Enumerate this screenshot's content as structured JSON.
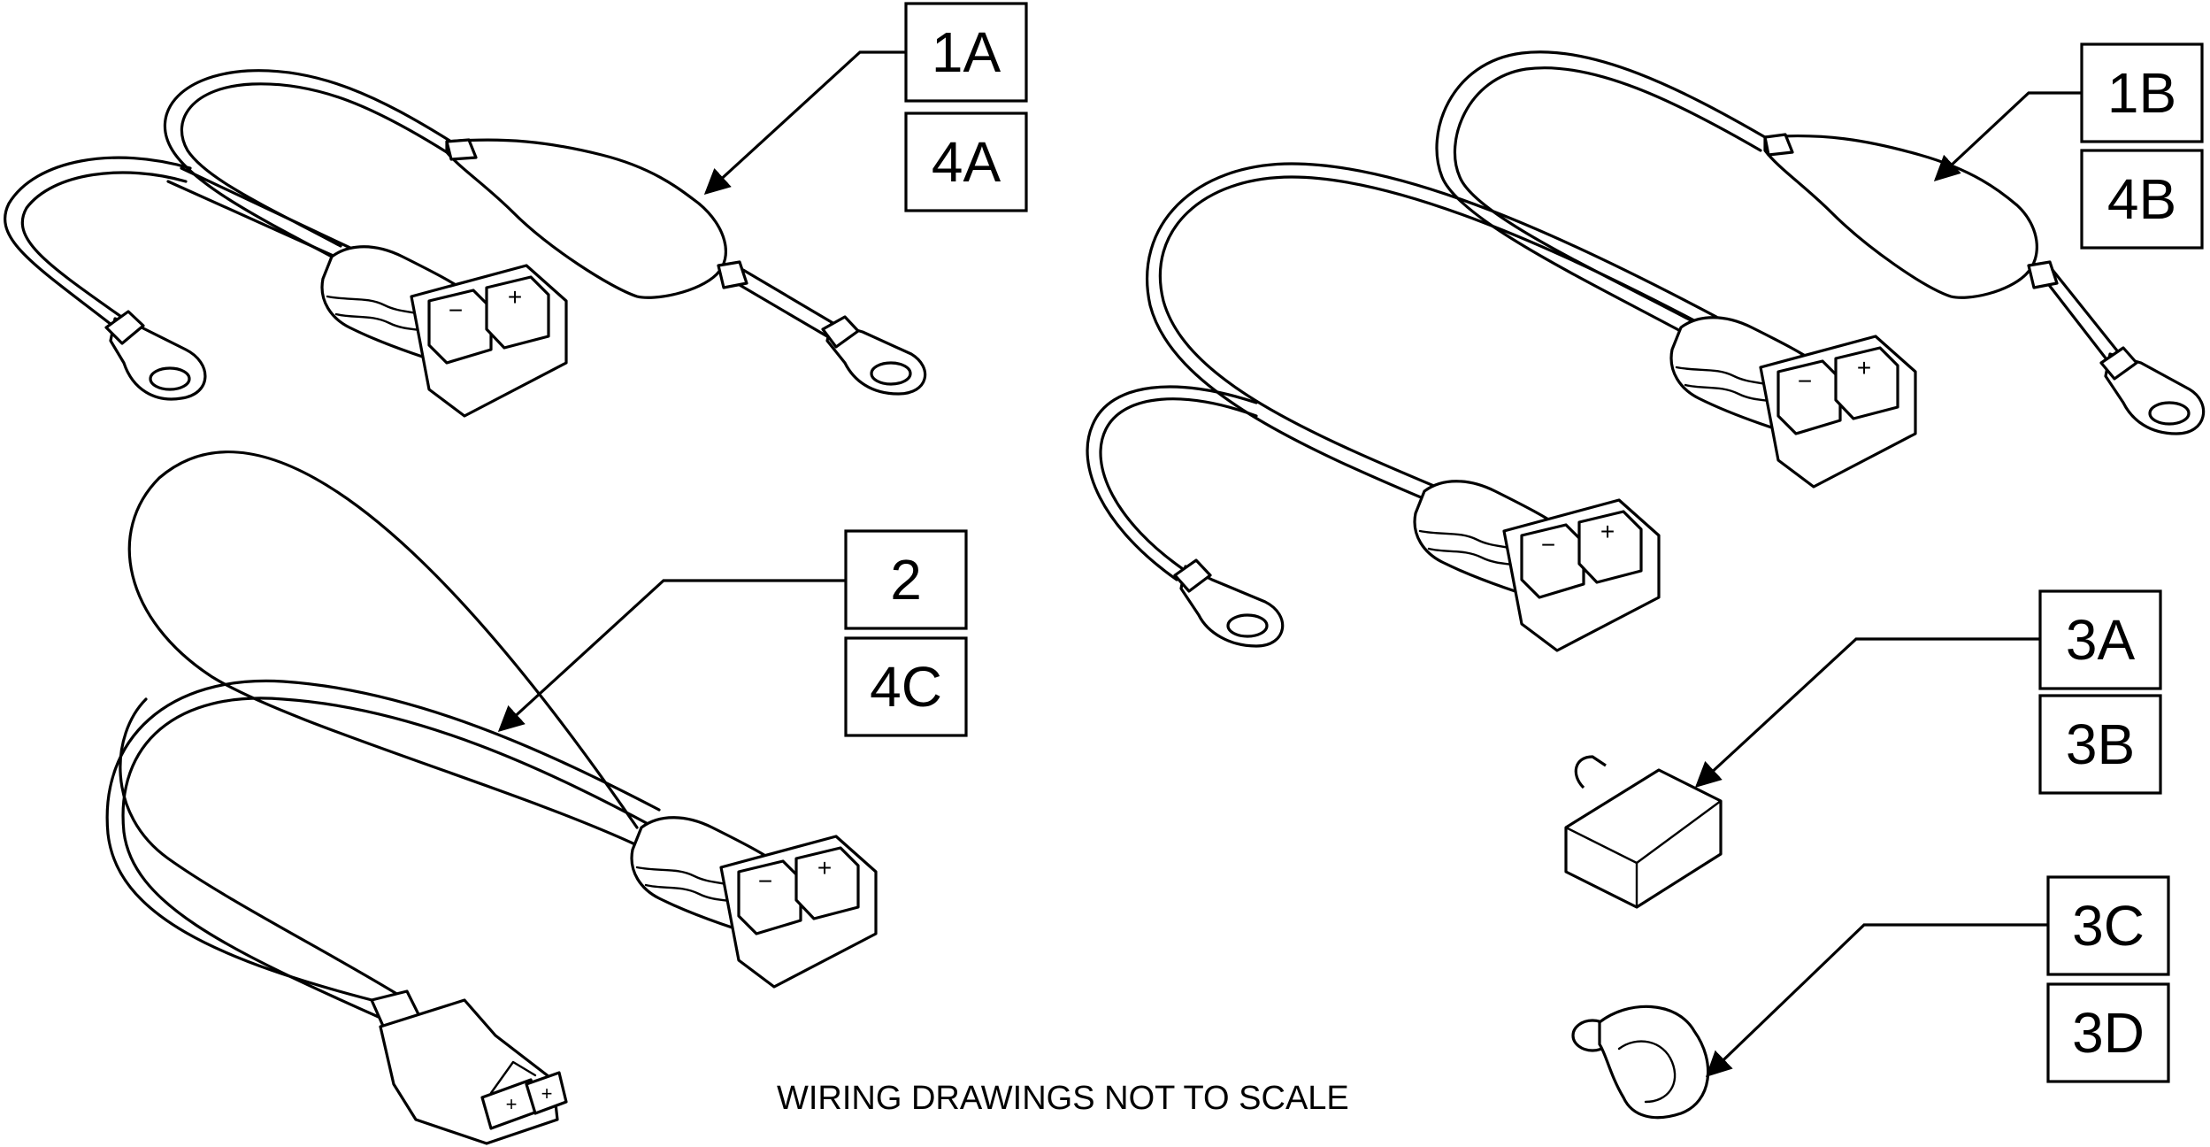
{
  "callouts": {
    "c1a": "1A",
    "c4a": "4A",
    "c1b": "1B",
    "c4b": "4B",
    "c2": "2",
    "c4c": "4C",
    "c3a": "3A",
    "c3b": "3B",
    "c3c": "3C",
    "c3d": "3D"
  },
  "note": "WIRING DRAWINGS NOT TO SCALE",
  "connector_symbols": {
    "minus": "−",
    "plus": "+"
  }
}
